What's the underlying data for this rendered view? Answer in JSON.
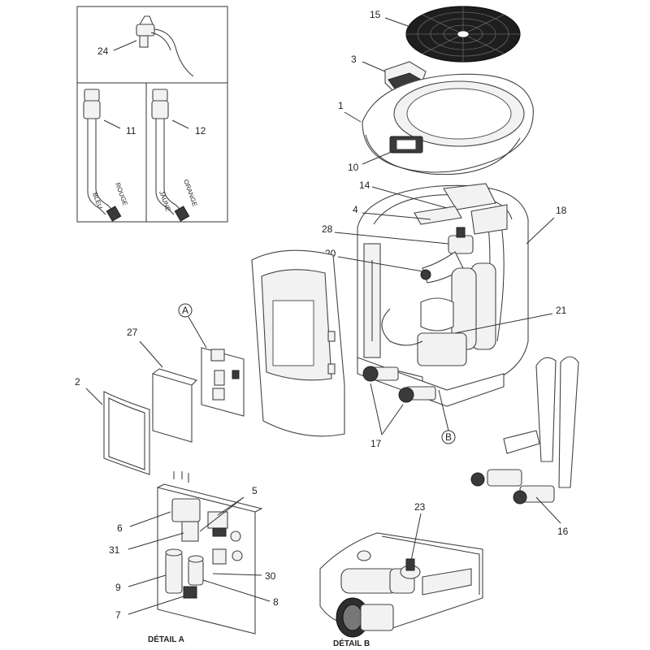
{
  "diagram": {
    "callouts": {
      "n1": "1",
      "n2": "2",
      "n3": "3",
      "n4": "4",
      "n5": "5",
      "n6": "6",
      "n7": "7",
      "n8": "8",
      "n9": "9",
      "n10": "10",
      "n11": "11",
      "n12": "12",
      "n14": "14",
      "n15": "15",
      "n16": "16",
      "n17": "17",
      "n18": "18",
      "n20": "20",
      "n21": "21",
      "n23": "23",
      "n24": "24",
      "n27": "27",
      "n28": "28",
      "n30": "30",
      "n31": "31"
    },
    "detail_markers": {
      "a": "A",
      "b": "B"
    },
    "wire_labels": {
      "rouge": "ROUGE",
      "bleu": "BLEU",
      "orange": "ORANGE",
      "jaune": "JAUNE"
    },
    "captions": {
      "detail_a_prefix": "DÉTAIL ",
      "detail_a_letter": "A",
      "detail_b_prefix": "DÉTAIL ",
      "detail_b_letter": "B"
    }
  }
}
